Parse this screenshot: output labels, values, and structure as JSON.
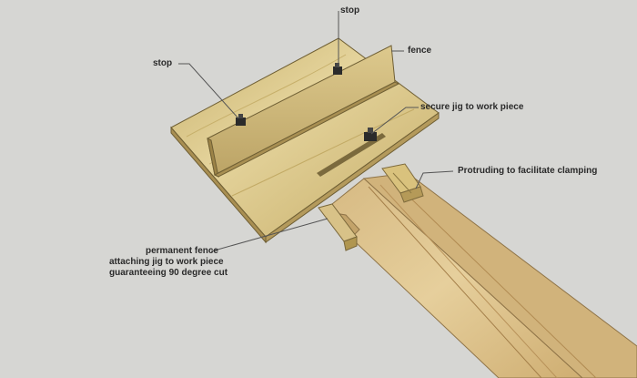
{
  "labels": {
    "stop_top": "stop",
    "stop_left": "stop",
    "fence": "fence",
    "secure": "secure jig to work piece",
    "protruding": "Protruding to facilitate clamping",
    "permanent_line1": "permanent fence",
    "permanent_line2": "attaching jig to work piece",
    "permanent_line3": "guaranteeing 90 degree cut"
  },
  "colors": {
    "background": "#d6d6d3",
    "wood_light": "#e2cf93",
    "wood_mid": "#cdb774",
    "wood_dark": "#a68e4f",
    "plank_top": "#d9bf86",
    "plank_side": "#c9a86a",
    "hardware": "#2b2b2b",
    "leader": "#555555"
  }
}
